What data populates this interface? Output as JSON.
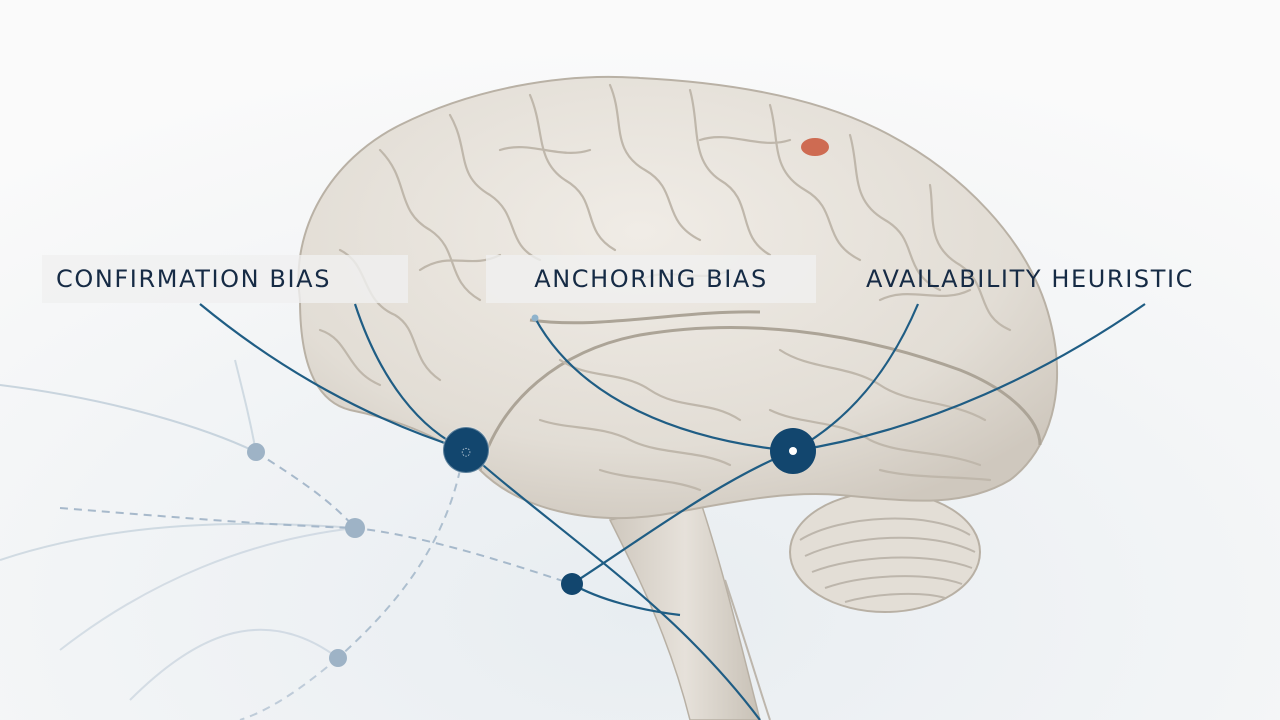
{
  "labels": {
    "confirmation": "CONFIRMATION BIAS",
    "anchoring": "ANCHORING BIAS",
    "availability": "AVAILABILITY HEURISTIC"
  },
  "colors": {
    "background": "#f6f7f8",
    "line": "#1f5d84",
    "node": "#12466e",
    "dashed": "#9eb3c6",
    "brain": "#e4e0d9",
    "brain_shadow": "#bdb6ac",
    "highlight": "#c9563a",
    "label_text": "#162b45"
  },
  "icons": [
    "node-circle-icon",
    "node-dot-icon"
  ]
}
